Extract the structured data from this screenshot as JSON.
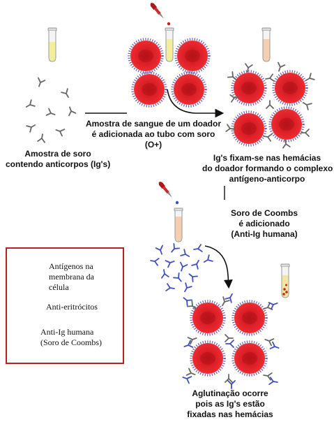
{
  "steps": {
    "serum_sample": [
      "Amostra de soro",
      "contendo anticorpos (Ig's)"
    ],
    "donor_blood_added": [
      "Amostra de sangue de um doador",
      "é adicionada ao tubo com soro",
      "(O+)"
    ],
    "igs_fix": [
      "Ig's fixam-se nas hemácias",
      "do doador formando o complexo",
      "antígeno-anticorpo"
    ],
    "coombs_added": [
      "Soro de Coombs",
      "é adicionado",
      "(Anti-Ig humana)"
    ],
    "agglutination": [
      "Aglutinação ocorre",
      "pois as Ig's estão",
      "fixadas nas hemácias"
    ]
  },
  "legend": {
    "antigens": [
      "Antígenos na",
      "membrana da",
      "célula"
    ],
    "anti_erythrocyte": [
      "Anti-eritrócitos"
    ],
    "anti_ig": [
      "Anti-Ig humana",
      "(Soro de Coombs)"
    ]
  },
  "colors": {
    "cell": "#e0232a",
    "cell_center": "#c4141c",
    "antigen_fringe": "#6b5fb0",
    "anti_erythrocyte": "#555555",
    "anti_ig": "#3f4fc0",
    "legend_border": "#b22424",
    "serum_fill": "#f2ee9a",
    "tube_pink_fill": "#f6cfb0"
  },
  "icons": [
    "test-tube-icon",
    "dropper-icon",
    "red-blood-cell-icon",
    "antibody-y-icon",
    "anti-ig-y-icon",
    "arrow-icon"
  ]
}
